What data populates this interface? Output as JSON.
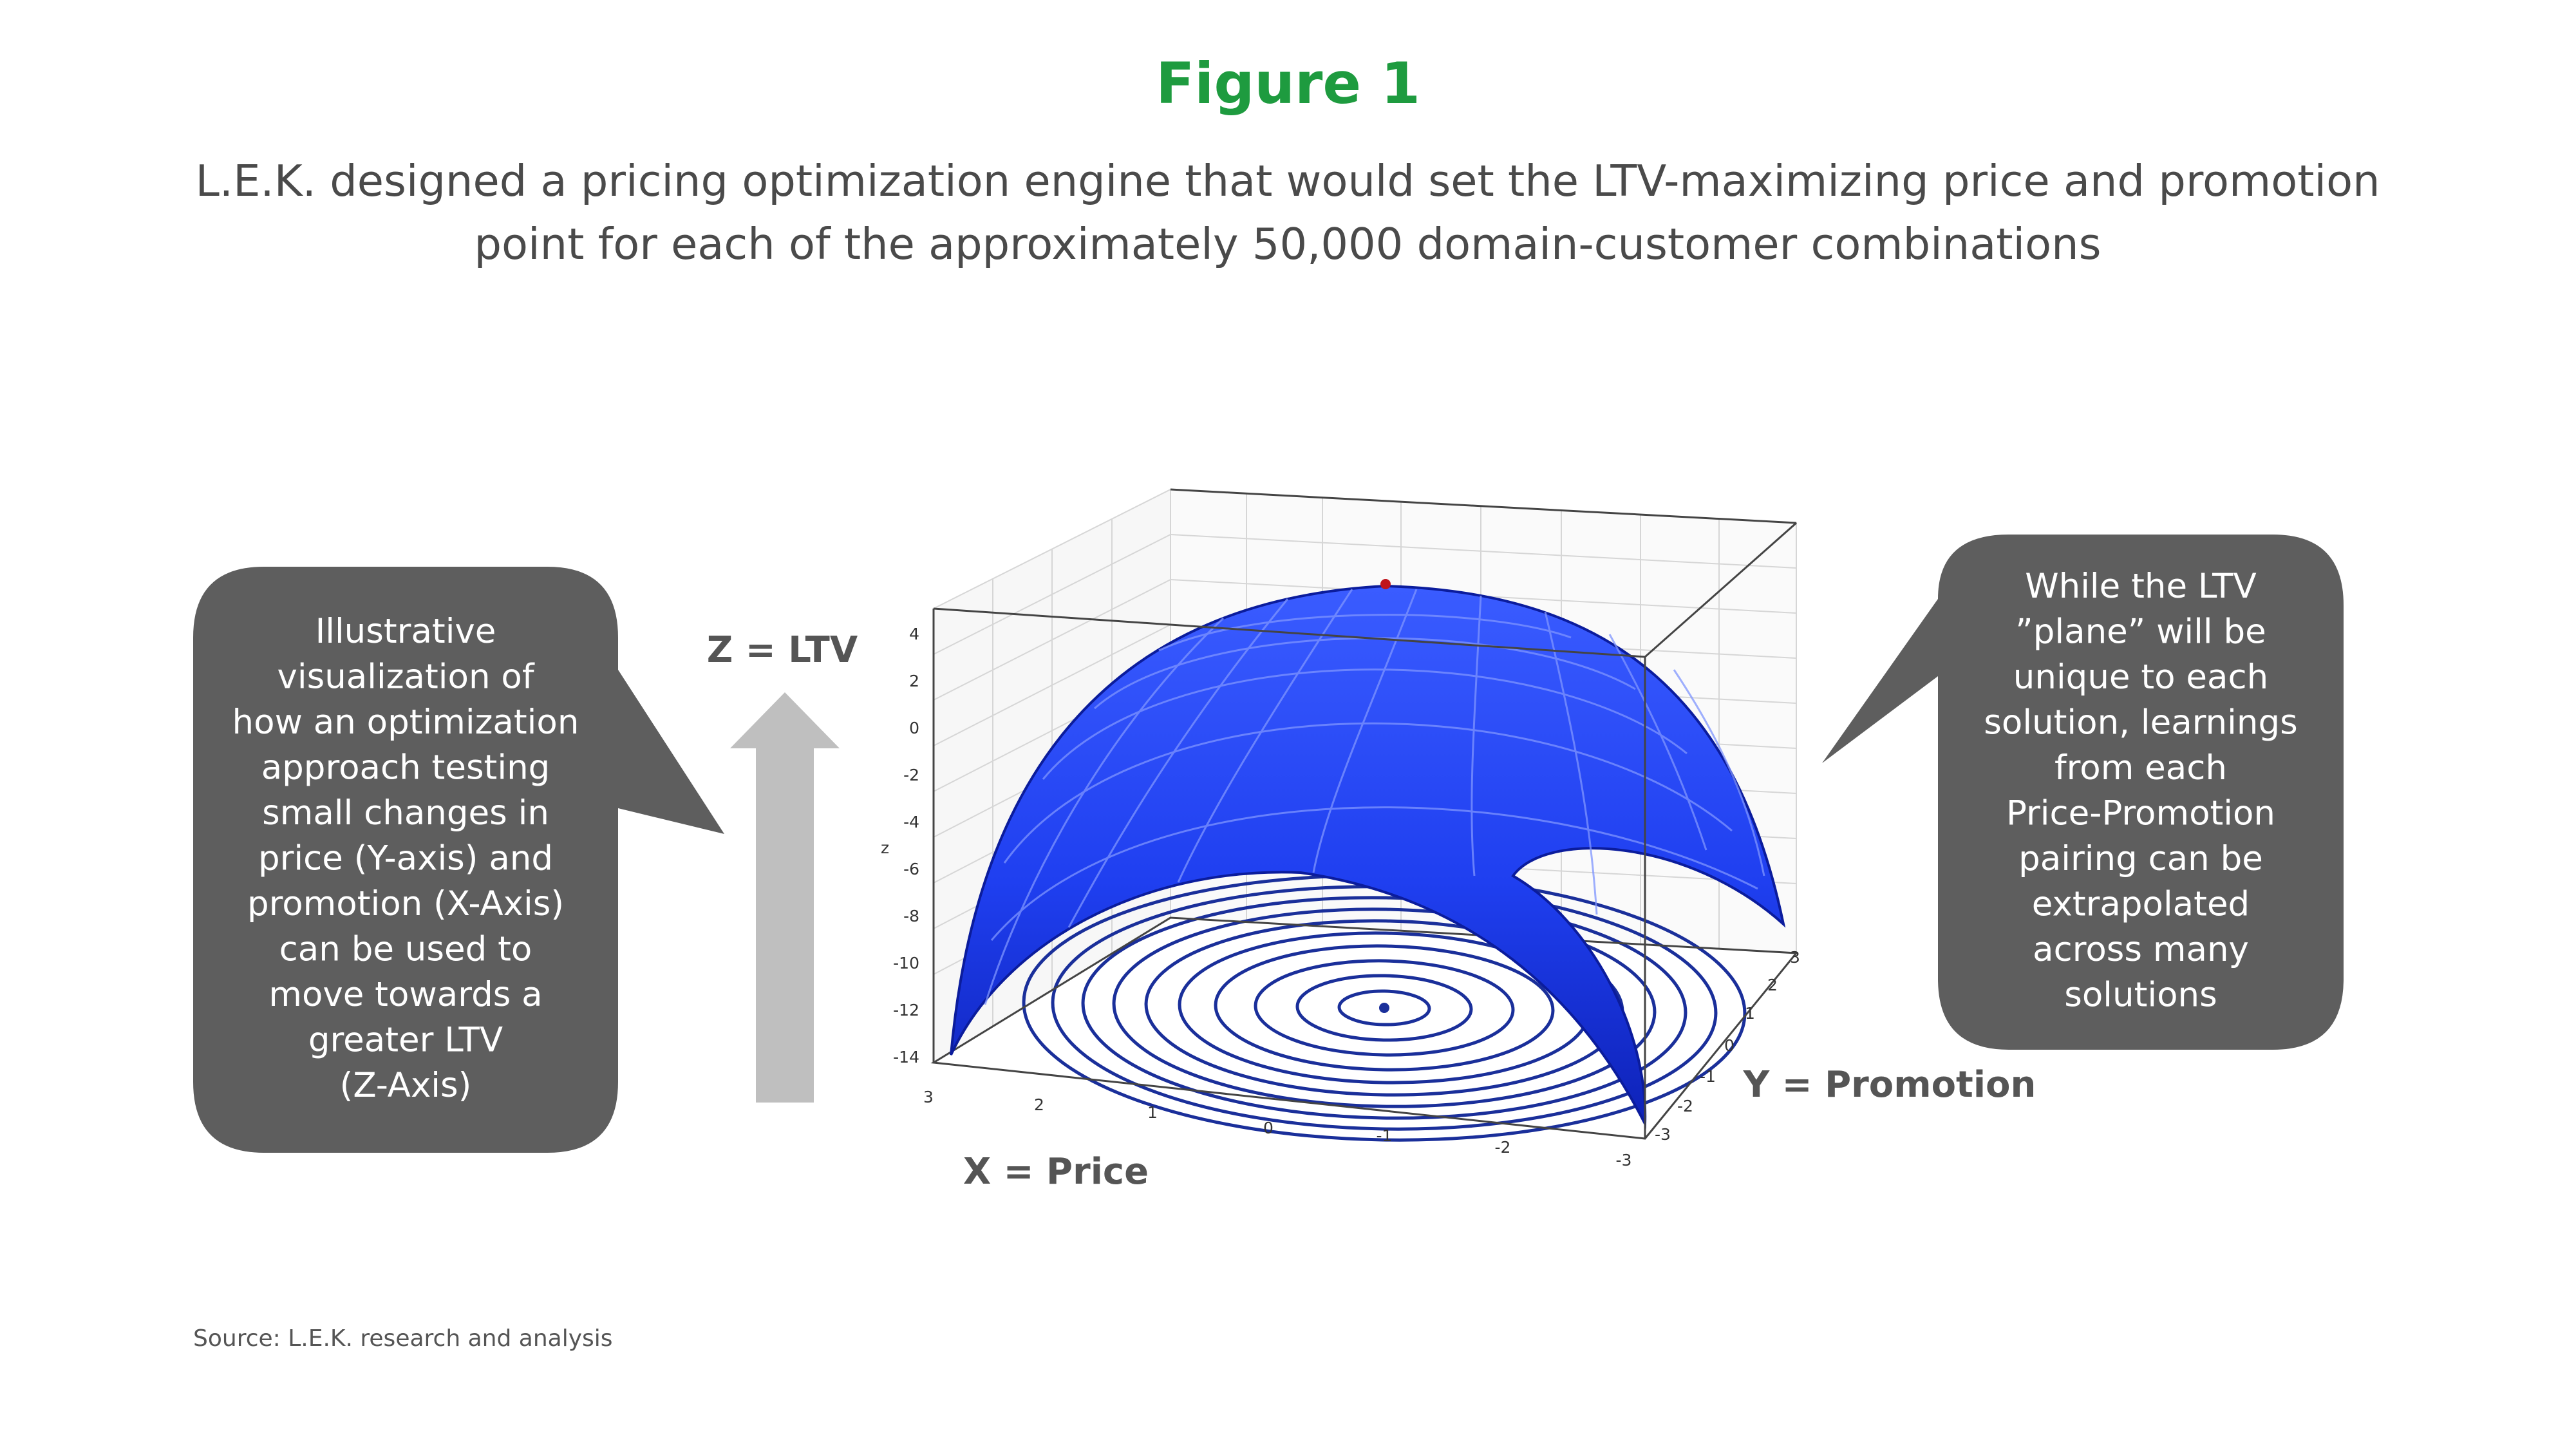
{
  "figure": {
    "title": "Figure 1",
    "subtitle_lines": [
      "L.E.K. designed a pricing optimization engine that would set the LTV-maximizing price and promotion",
      "point for each of the approximately 50,000 domain-customer combinations"
    ]
  },
  "left_callout": {
    "lines": [
      "Illustrative",
      "visualization of",
      "how an optimization",
      "approach testing",
      "small changes in",
      "price (Y-axis) and",
      "promotion (X-Axis)",
      "can be used to",
      "move towards a",
      "greater LTV",
      "(Z-Axis)"
    ]
  },
  "right_callout": {
    "lines": [
      "While the LTV",
      "”plane” will be",
      "unique to each",
      "solution, learnings",
      "from each",
      "Price-Promotion",
      "pairing can be",
      "extrapolated",
      "across many",
      "solutions"
    ]
  },
  "labels": {
    "z_axis": "Z = LTV",
    "x_axis": "X = Price",
    "y_axis": "Y = Promotion",
    "z_small": "z"
  },
  "ticks": {
    "z": [
      "4",
      "2",
      "0",
      "-2",
      "-4",
      "-6",
      "-8",
      "-10",
      "-12",
      "-14"
    ],
    "x": [
      "3",
      "2",
      "1",
      "0",
      "-1",
      "-2",
      "-3"
    ],
    "y": [
      "3",
      "2",
      "1",
      "0",
      "-1",
      "-2",
      "-3"
    ]
  },
  "colors": {
    "title": "#1e9b3f",
    "callout_fill": "#5e5e5e",
    "arrow": "#bfbfbf",
    "surface": "#1f3ff0",
    "contour": "#1a2f9a",
    "max_point": "#c0141c"
  },
  "source": "Source: L.E.K. research and analysis"
}
